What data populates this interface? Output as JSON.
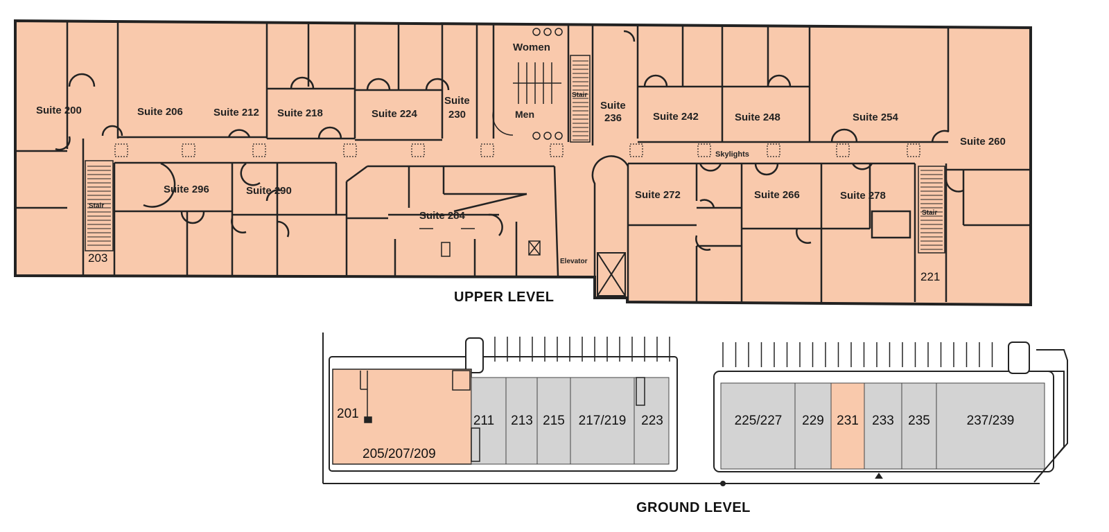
{
  "colors": {
    "leased": "#f9c9ac",
    "available": "#d3d3d3",
    "wall": "#222222"
  },
  "upper_level": {
    "title": "UPPER LEVEL",
    "rooms": {
      "women": "Women",
      "men": "Men",
      "stair": "Stair",
      "elevator": "Elevator",
      "skylights": "Skylights",
      "s200": "Suite 200",
      "s206": "Suite 206",
      "s212": "Suite 212",
      "s218": "Suite 218",
      "s224": "Suite 224",
      "s230a": "Suite",
      "s230b": "230",
      "s236a": "Suite",
      "s236b": "236",
      "s242": "Suite 242",
      "s248": "Suite 248",
      "s254": "Suite 254",
      "s260": "Suite 260",
      "s266": "Suite 266",
      "s272": "Suite 272",
      "s278": "Suite 278",
      "s284": "Suite 284",
      "s290": "Suite 290",
      "s296": "Suite 296",
      "n203": "203",
      "n221": "221"
    }
  },
  "ground_level": {
    "title": "GROUND LEVEL",
    "units": {
      "u201": "201",
      "u205": "205/207/209",
      "u211": "211",
      "u213": "213",
      "u215": "215",
      "u217": "217/219",
      "u223": "223",
      "u225": "225/227",
      "u229": "229",
      "u231": "231",
      "u233": "233",
      "u235": "235",
      "u237": "237/239"
    }
  }
}
